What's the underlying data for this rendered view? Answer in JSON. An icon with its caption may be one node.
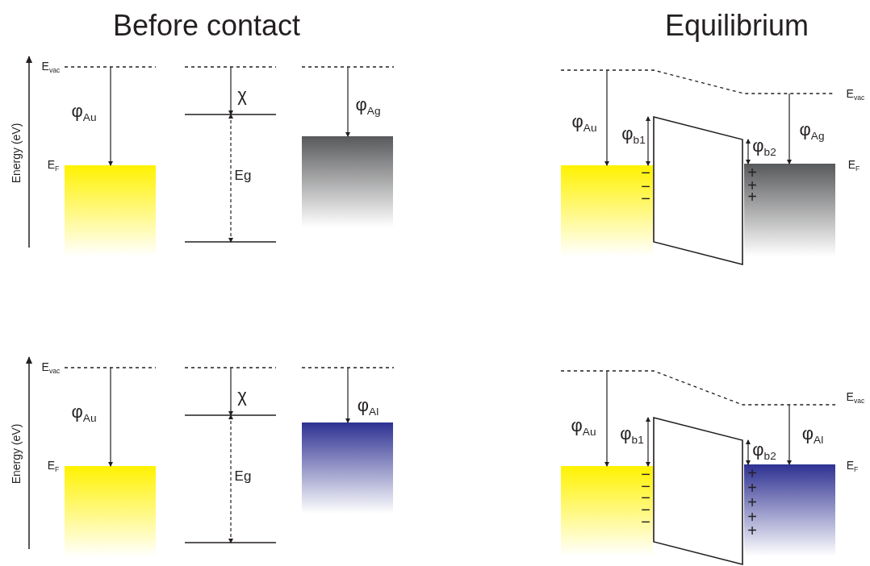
{
  "diagram": {
    "labels": [
      "Before contact",
      "Equilibrium",
      "E$_{vac}$",
      "Energy (eV)",
      "φ$_{Au}$",
      "χ",
      "φ$_{Ag}$",
      "E$_{F}$",
      "Eg",
      "φ$_{Au}$",
      "E$_{vac}$",
      "φ$_{b1}$",
      "φ$_{Ag}$",
      "φ$_{b2}$",
      "E$_{F}$",
      "−",
      "−",
      "−",
      "+",
      "+",
      "+",
      "E$_{vac}$",
      "Energy (eV)",
      "φ$_{Au}$",
      "χ",
      "φ$_{Al}$",
      "E$_{F}$",
      "Eg",
      "φ$_{Au}$",
      "E$_{vac}$",
      "φ$_{b1}$",
      "φ$_{Al}$",
      "φ$_{b2}$",
      "E$_{F}$",
      "−",
      "−",
      "−",
      "−",
      "−",
      "+",
      "+",
      "+",
      "+",
      "+"
    ]
  }
}
